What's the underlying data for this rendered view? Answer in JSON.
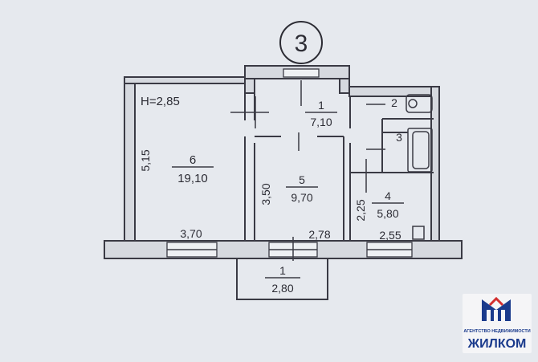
{
  "plan": {
    "unit_number": "3",
    "ceiling_height": "H=2,85",
    "rooms": [
      {
        "id": "1",
        "area": "7,10"
      },
      {
        "id": "2"
      },
      {
        "id": "3"
      },
      {
        "id": "4",
        "area": "5,80"
      },
      {
        "id": "5",
        "area": "9,70"
      },
      {
        "id": "6",
        "area": "19,10"
      },
      {
        "id": "1",
        "area": "2,80"
      }
    ],
    "dimensions": {
      "room6_height": "5,15",
      "room6_width": "3,70",
      "room5_height": "3,50",
      "room5_width": "2,78",
      "room4_height": "2,25",
      "room4_width": "2,55"
    }
  },
  "logo": {
    "tagline": "АГЕНТСТВО НЕДВИЖИМОСТИ",
    "name": "ЖИЛКОМ",
    "colors": {
      "primary": "#1a3a8c",
      "accent": "#d32f2f"
    }
  }
}
